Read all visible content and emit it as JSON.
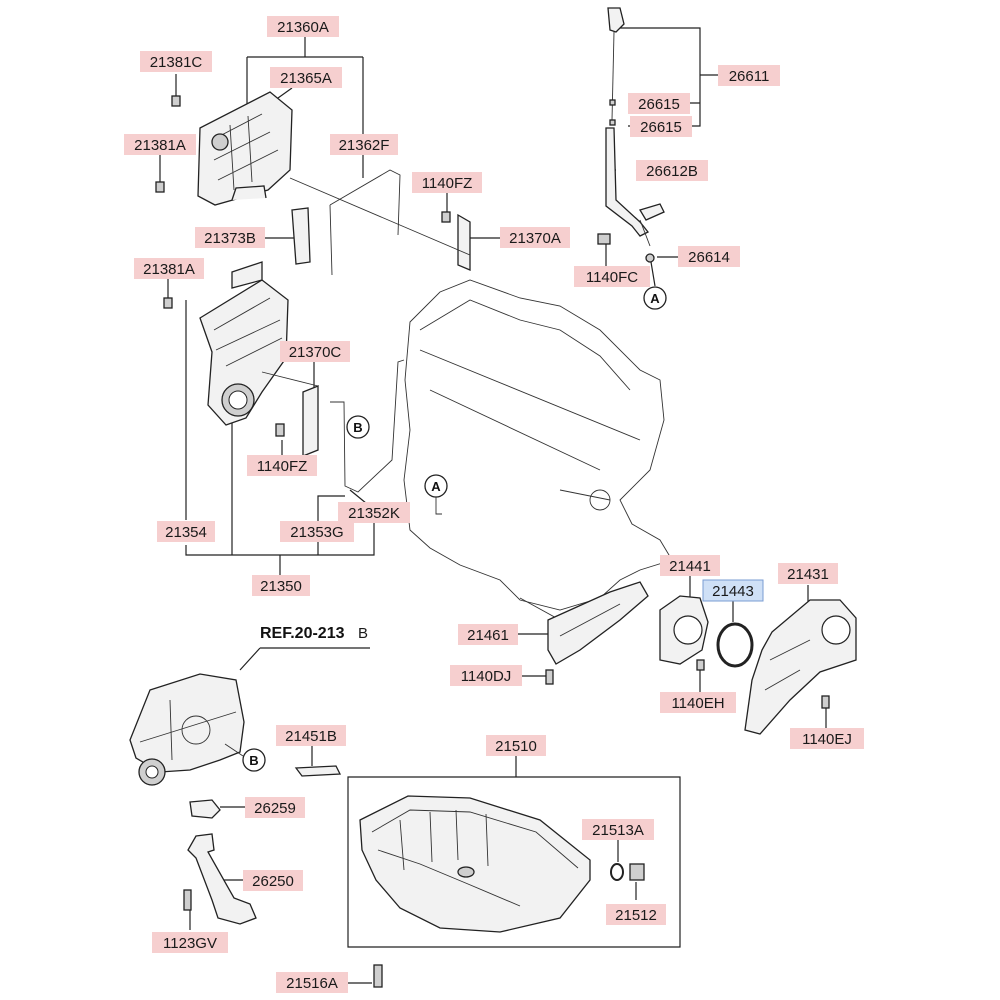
{
  "colors": {
    "label_fill": "#f6cfcf",
    "label_highlight_fill": "#cfe0f6",
    "label_highlight_stroke": "#7a9cd3",
    "line": "#222222"
  },
  "reference": {
    "text": "REF.20-213",
    "suffix": "B"
  },
  "circle_markers": [
    "A",
    "B",
    "A",
    "B"
  ],
  "labels": {
    "p21360A": "21360A",
    "p21381C": "21381C",
    "p21365A": "21365A",
    "p21381A_top": "21381A",
    "p21362F": "21362F",
    "p1140FZ_top": "1140FZ",
    "p21373B": "21373B",
    "p21370A": "21370A",
    "p21381A_mid": "21381A",
    "p21370C": "21370C",
    "p1140FZ_mid": "1140FZ",
    "p21354": "21354",
    "p21353G": "21353G",
    "p21352K": "21352K",
    "p21350": "21350",
    "p26611": "26611",
    "p26615_a": "26615",
    "p26615_b": "26615",
    "p26612B": "26612B",
    "p26614": "26614",
    "p1140FC": "1140FC",
    "p21441": "21441",
    "p21443": "21443",
    "p21431": "21431",
    "p21461": "21461",
    "p1140DJ": "1140DJ",
    "p1140EH": "1140EH",
    "p1140EJ": "1140EJ",
    "p21451B": "21451B",
    "p21510": "21510",
    "p26259": "26259",
    "p21513A": "21513A",
    "p26250": "26250",
    "p21512": "21512",
    "p1123GV": "1123GV",
    "p21516A": "21516A"
  }
}
